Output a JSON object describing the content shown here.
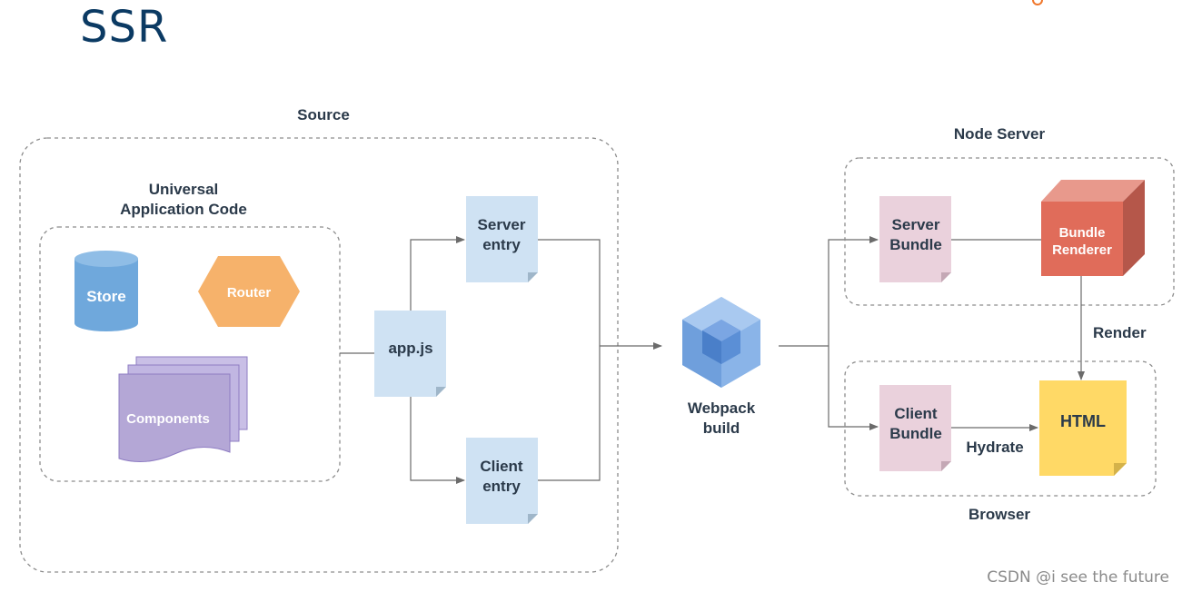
{
  "page": {
    "title": "SSR"
  },
  "source": {
    "label": "Source"
  },
  "universal": {
    "line1": "Universal",
    "line2": "Application Code"
  },
  "store": {
    "label": "Store",
    "color": "#6fa8dc"
  },
  "router": {
    "label": "Router",
    "color": "#f6b26b"
  },
  "components": {
    "label": "Components",
    "color": "#b4a7d6"
  },
  "appjs": {
    "label": "app.js"
  },
  "server_entry": {
    "line1": "Server",
    "line2": "entry"
  },
  "client_entry": {
    "line1": "Client",
    "line2": "entry"
  },
  "webpack": {
    "line1": "Webpack",
    "line2": "build",
    "icon": "webpack-cube-icon"
  },
  "node_server": {
    "label": "Node Server"
  },
  "server_bundle": {
    "line1": "Server",
    "line2": "Bundle"
  },
  "bundle_renderer": {
    "line1": "Bundle",
    "line2": "Renderer",
    "color": "#e06c5a"
  },
  "render": {
    "label": "Render"
  },
  "browser": {
    "label": "Browser"
  },
  "client_bundle": {
    "line1": "Client",
    "line2": "Bundle"
  },
  "hydrate": {
    "label": "Hydrate"
  },
  "html": {
    "label": "HTML",
    "color": "#ffd966"
  },
  "watermark": {
    "text": "CSDN @i see the future"
  },
  "colors": {
    "entry_doc": "#cfe2f3",
    "bundle_doc": "#ead1dc",
    "line": "#6b6b6b",
    "dashed": "#8c8c8c"
  }
}
